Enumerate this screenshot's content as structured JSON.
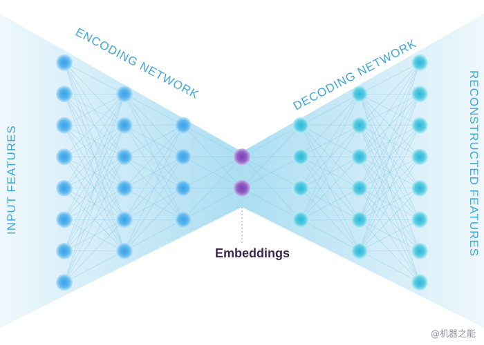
{
  "labels": {
    "input": "INPUT  FEATURES",
    "encoding": "ENCODING NETWORK",
    "decoding": "DECODING NETWORK",
    "reconstructed": "RECONSTRUCTED FEATURES",
    "embeddings": "Embeddings"
  },
  "watermark": "@机器之能",
  "colors": {
    "label_blue": "#3fa7d6",
    "embedding_text": "#3a2a55",
    "node_blue": "#2f9fe0",
    "node_teal": "#30c0d8",
    "node_purple": "#7b3fb0",
    "wing_fill": "#cfeaf7"
  },
  "network": {
    "layers": [
      {
        "role": "input",
        "nodes": 8
      },
      {
        "role": "encoder-hidden",
        "nodes": 6
      },
      {
        "role": "encoder-hidden",
        "nodes": 4
      },
      {
        "role": "embedding",
        "nodes": 2
      },
      {
        "role": "decoder-hidden",
        "nodes": 4
      },
      {
        "role": "decoder-hidden",
        "nodes": 6
      },
      {
        "role": "output",
        "nodes": 8
      }
    ]
  }
}
